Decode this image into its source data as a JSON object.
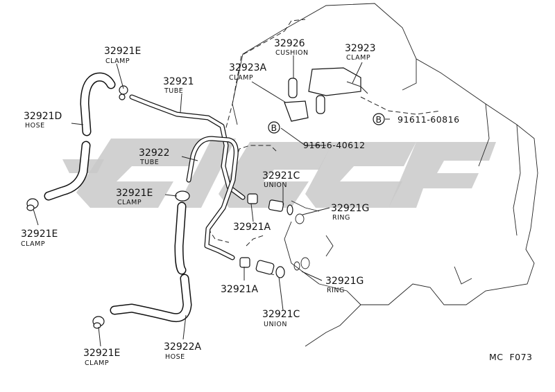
{
  "diagram_code": "MC  F073",
  "callouts": [
    {
      "id": "32921E",
      "name": "CLAMP"
    },
    {
      "id": "32921",
      "name": "TUBE"
    },
    {
      "id": "32921D",
      "name": "HOSE"
    },
    {
      "id": "32926",
      "name": "CUSHION"
    },
    {
      "id": "32923",
      "name": "CLAMP"
    },
    {
      "id": "32923A",
      "name": "CLAMP"
    },
    {
      "id": "32922",
      "name": "TUBE"
    },
    {
      "id": "32921E",
      "name": "CLAMP"
    },
    {
      "id": "32921C",
      "name": "UNION"
    },
    {
      "id": "32921G",
      "name": "RING"
    },
    {
      "id": "32921A",
      "name": ""
    },
    {
      "id": "32921E",
      "name": "CLAMP"
    },
    {
      "id": "32921A",
      "name": ""
    },
    {
      "id": "32921G",
      "name": "RING"
    },
    {
      "id": "32921C",
      "name": "UNION"
    },
    {
      "id": "32921E",
      "name": "CLAMP"
    },
    {
      "id": "32922A",
      "name": "HOSE"
    }
  ],
  "bolts": [
    {
      "symbol": "B",
      "part_no": "91611-60816"
    },
    {
      "symbol": "B",
      "part_no": "91616-40612"
    }
  ]
}
